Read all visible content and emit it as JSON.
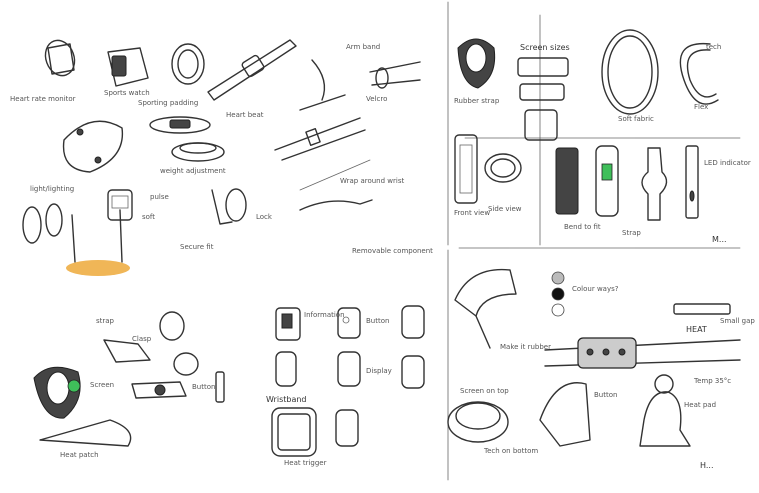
{
  "colors": {
    "paper": "#ffffff",
    "ink": "#333333",
    "light_ink": "#888888",
    "glow": "#f0b657",
    "led": "#3fbf5a"
  },
  "sheets": {
    "top_left": {
      "notes": [
        "Heart rate monitor",
        "Sports watch",
        "Sporting padding",
        "Heart beat",
        "weight adjustment",
        "Arm band",
        "Velcro",
        "light/lighting",
        "soft",
        "pulse",
        "Lock",
        "Secure fit",
        "Wrap around wrist",
        "Removable component"
      ]
    },
    "top_right": {
      "notes": [
        "Screen sizes",
        "Rubber strap",
        "Front view",
        "Side view",
        "Soft fabric",
        "Bend to fit",
        "Strap",
        "Flex",
        "tech",
        "LED indicator"
      ],
      "signature": "M..."
    },
    "bottom_left": {
      "notes": [
        "strap",
        "Clasp",
        "Screen",
        "Button",
        "Heat patch"
      ]
    },
    "bottom_middle": {
      "notes": [
        "Wristband",
        "Heat trigger",
        "Information",
        "Button",
        "Display"
      ]
    },
    "bottom_right": {
      "notes": [
        "Colour ways?",
        "HEAT",
        "Small gap",
        "Temp 35°c",
        "Make it rubber",
        "Screen on top",
        "Tech on bottom",
        "Button",
        "Heat pad"
      ],
      "heat_label": "HEAT",
      "signature": "H..."
    }
  }
}
